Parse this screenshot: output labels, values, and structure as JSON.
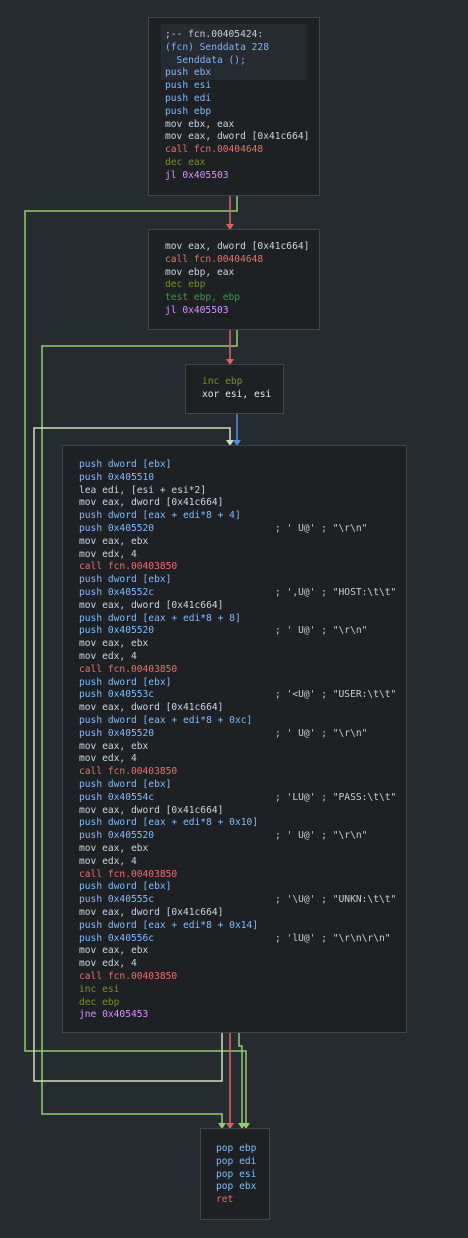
{
  "graph": {
    "colors": {
      "background": "#262b2f",
      "node_bg": "#1d2124",
      "node_border": "#3e454b",
      "edge_true": "#8fcf6d",
      "edge_false": "#e55d63",
      "edge_unconditional": "#4d8fe0",
      "edge_back": "#c8e0b4"
    },
    "nodes": [
      {
        "id": "n1",
        "lines": [
          {
            "kind": "comment",
            "text": ";-- fcn.00405424:"
          },
          {
            "kind": "hdr",
            "text": "(fcn) Senddata 228"
          },
          {
            "kind": "hdr",
            "text": "  Senddata ();"
          },
          {
            "kind": "push",
            "text": "push ebx"
          },
          {
            "kind": "push",
            "text": "push esi"
          },
          {
            "kind": "push",
            "text": "push edi"
          },
          {
            "kind": "push",
            "text": "push ebp"
          },
          {
            "kind": "mov",
            "text": "mov ebx, eax"
          },
          {
            "kind": "mov",
            "text": "mov eax, dword [0x41c664]"
          },
          {
            "kind": "call",
            "text": "call fcn.00404648"
          },
          {
            "kind": "dec",
            "text": "dec eax"
          },
          {
            "kind": "jump",
            "text": "jl 0x405503"
          }
        ]
      },
      {
        "id": "n2",
        "lines": [
          {
            "kind": "mov",
            "text": "mov eax, dword [0x41c664]"
          },
          {
            "kind": "call",
            "text": "call fcn.00404648"
          },
          {
            "kind": "mov",
            "text": "mov ebp, eax"
          },
          {
            "kind": "dec",
            "text": "dec ebp"
          },
          {
            "kind": "test",
            "text": "test ebp, ebp"
          },
          {
            "kind": "jump",
            "text": "jl 0x405503"
          }
        ]
      },
      {
        "id": "n3",
        "lines": [
          {
            "kind": "dec",
            "text": "inc ebp"
          },
          {
            "kind": "xor",
            "text": "xor esi, esi"
          }
        ]
      },
      {
        "id": "n4",
        "lines": [
          {
            "kind": "push",
            "text": "push dword [ebx]"
          },
          {
            "kind": "push",
            "text": "push 0x405510"
          },
          {
            "kind": "mov",
            "text": "lea edi, [esi + esi*2]"
          },
          {
            "kind": "mov",
            "text": "mov eax, dword [0x41c664]"
          },
          {
            "kind": "push",
            "text": "push dword [eax + edi*8 + 4]"
          },
          {
            "kind": "push",
            "text": "push 0x405520",
            "comment": "; ' U@' ; \"\\r\\n\""
          },
          {
            "kind": "mov",
            "text": "mov eax, ebx"
          },
          {
            "kind": "mov",
            "text": "mov edx, 4"
          },
          {
            "kind": "call",
            "text": "call fcn.00403850"
          },
          {
            "kind": "push",
            "text": "push dword [ebx]"
          },
          {
            "kind": "push",
            "text": "push 0x40552c",
            "comment": "; ',U@' ; \"HOST:\\t\\t\""
          },
          {
            "kind": "mov",
            "text": "mov eax, dword [0x41c664]"
          },
          {
            "kind": "push",
            "text": "push dword [eax + edi*8 + 8]"
          },
          {
            "kind": "push",
            "text": "push 0x405520",
            "comment": "; ' U@' ; \"\\r\\n\""
          },
          {
            "kind": "mov",
            "text": "mov eax, ebx"
          },
          {
            "kind": "mov",
            "text": "mov edx, 4"
          },
          {
            "kind": "call",
            "text": "call fcn.00403850"
          },
          {
            "kind": "push",
            "text": "push dword [ebx]"
          },
          {
            "kind": "push",
            "text": "push 0x40553c",
            "comment": "; '<U@' ; \"USER:\\t\\t\""
          },
          {
            "kind": "mov",
            "text": "mov eax, dword [0x41c664]"
          },
          {
            "kind": "push",
            "text": "push dword [eax + edi*8 + 0xc]"
          },
          {
            "kind": "push",
            "text": "push 0x405520",
            "comment": "; ' U@' ; \"\\r\\n\""
          },
          {
            "kind": "mov",
            "text": "mov eax, ebx"
          },
          {
            "kind": "mov",
            "text": "mov edx, 4"
          },
          {
            "kind": "call",
            "text": "call fcn.00403850"
          },
          {
            "kind": "push",
            "text": "push dword [ebx]"
          },
          {
            "kind": "push",
            "text": "push 0x40554c",
            "comment": "; 'LU@' ; \"PASS:\\t\\t\""
          },
          {
            "kind": "mov",
            "text": "mov eax, dword [0x41c664]"
          },
          {
            "kind": "push",
            "text": "push dword [eax + edi*8 + 0x10]"
          },
          {
            "kind": "push",
            "text": "push 0x405520",
            "comment": "; ' U@' ; \"\\r\\n\""
          },
          {
            "kind": "mov",
            "text": "mov eax, ebx"
          },
          {
            "kind": "mov",
            "text": "mov edx, 4"
          },
          {
            "kind": "call",
            "text": "call fcn.00403850"
          },
          {
            "kind": "push",
            "text": "push dword [ebx]"
          },
          {
            "kind": "push",
            "text": "push 0x40555c",
            "comment": "; '\\U@' ; \"UNKN:\\t\\t\""
          },
          {
            "kind": "mov",
            "text": "mov eax, dword [0x41c664]"
          },
          {
            "kind": "push",
            "text": "push dword [eax + edi*8 + 0x14]"
          },
          {
            "kind": "push",
            "text": "push 0x40556c",
            "comment": "; 'lU@' ; \"\\r\\n\\r\\n\""
          },
          {
            "kind": "mov",
            "text": "mov eax, ebx"
          },
          {
            "kind": "mov",
            "text": "mov edx, 4"
          },
          {
            "kind": "call",
            "text": "call fcn.00403850"
          },
          {
            "kind": "dec",
            "text": "inc esi"
          },
          {
            "kind": "dec",
            "text": "dec ebp"
          },
          {
            "kind": "jump",
            "text": "jne 0x405453"
          }
        ]
      },
      {
        "id": "n5",
        "lines": [
          {
            "kind": "push",
            "text": "pop ebp"
          },
          {
            "kind": "push",
            "text": "pop edi"
          },
          {
            "kind": "push",
            "text": "pop esi"
          },
          {
            "kind": "push",
            "text": "pop ebx"
          },
          {
            "kind": "ret",
            "text": "ret"
          }
        ]
      }
    ]
  }
}
